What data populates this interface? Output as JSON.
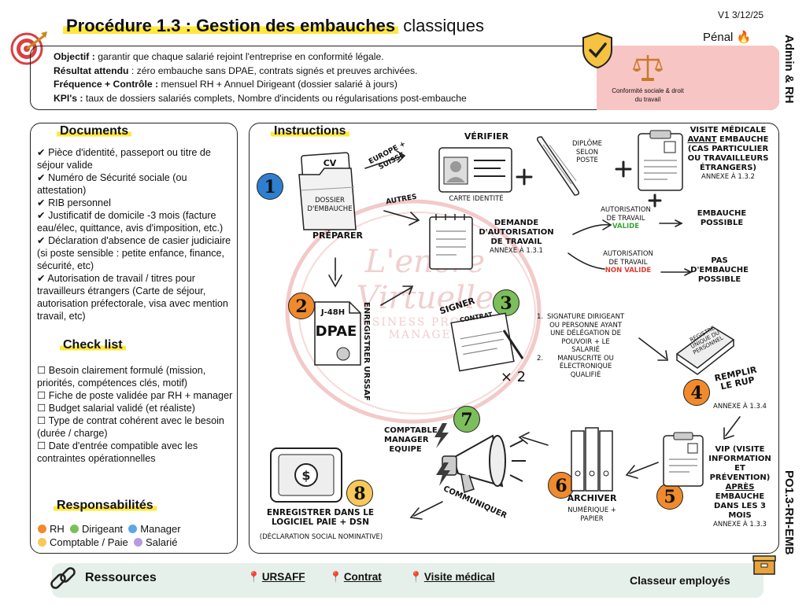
{
  "header": {
    "title_bold": "Procédure 1.3 : Gestion des embauches",
    "title_rest": "classiques",
    "version": "V1 3/12/25",
    "penal": "Pénal 🔥",
    "side_top": "Admin & RH",
    "side_bottom": "PO1.3-RH-EMB"
  },
  "objectives": [
    {
      "label": "Objectif :",
      "text": " garantir que chaque salarié rejoint l'entreprise en conformité légale."
    },
    {
      "label": "Résultat attendu",
      "text": " : zéro embauche sans DPAE, contrats signés et preuves archivées."
    },
    {
      "label": "Fréquence + Contrôle :",
      "text": " mensuel RH + Annuel Dirigeant (dossier salarié à jours)"
    },
    {
      "label": "KPI's :",
      "text": " taux de dossiers salariés complets, Nombre d'incidents ou régularisations post-embauche"
    }
  ],
  "conformity": "Conformité sociale & droit du travail",
  "documents": {
    "heading": "Documents",
    "items": [
      "Pièce d'identité, passeport ou titre de séjour valide",
      "Numéro de Sécurité sociale (ou attestation)",
      "RIB personnel",
      "Justificatif de domicile -3 mois (facture eau/élec, quittance, avis d'imposition, etc.)",
      "Déclaration d'absence de casier judiciaire (si poste sensible : petite enfance, finance, sécurité, etc)",
      "Autorisation de travail / titres pour travailleurs étrangers (Carte de séjour, autorisation préfectorale, visa avec mention travail, etc)"
    ]
  },
  "checklist": {
    "heading": "Check list",
    "items": [
      "Besoin clairement formulé (mission, priorités, compétences clés, motif)",
      "Fiche de poste validée par RH + manager",
      "Budget salarial validé (et réaliste)",
      "Type de contrat cohérent avec le besoin (durée / charge)",
      "Date d'entrée compatible avec les contraintes opérationnelles"
    ]
  },
  "responsibilities": {
    "heading": "Responsabilités",
    "items": [
      {
        "label": "RH",
        "color": "#f08a2c"
      },
      {
        "label": "Dirigeant",
        "color": "#7cbf5a"
      },
      {
        "label": "Manager",
        "color": "#5aa8e6"
      },
      {
        "label": "Comptable / Paie",
        "color": "#f6c95a"
      },
      {
        "label": "Salarié",
        "color": "#b79ae0"
      }
    ]
  },
  "instructions": {
    "heading": "Instructions",
    "numbers": [
      "1",
      "2",
      "3",
      "4",
      "5",
      "6",
      "7",
      "8"
    ],
    "step1_folder": "CV",
    "step1_folder_label": "Dossier d'embauche",
    "step1": "Préparer",
    "europe": "Europe + Suisse",
    "autres": "Autres",
    "verifier": "Vérifier",
    "carte": "Carte identité",
    "diplome": "Diplôme selon poste",
    "visite": "Visite médicale",
    "visite_avant": "avant",
    "visite_rest": "embauche (cas particulier ou travailleurs étrangers)",
    "annexe_132": "Annexe à 1.3.2",
    "demande": "Demande d'autorisation de travail",
    "annexe_131": "Annexe à 1.3.1",
    "auto_valide_label": "Autorisation de travail",
    "valide": "Valide",
    "embauche_possible": "Embauche possible",
    "auto_non_label": "Autorisation de travail",
    "non_valide": "Non valide",
    "pas_embauche": "Pas d'embauche possible",
    "dpae_deadline": "J-48H",
    "dpae": "DPAE",
    "enregistrer_urssaf": "Enregistrer URSSAF",
    "signer": "Signer",
    "contrat": "CONTRAT",
    "fois2": "× 2",
    "sign_1_num": "1.",
    "sign_1": "Signature dirigeant ou personne ayant une délégation de pouvoir + le salarié",
    "sign_2_num": "2.",
    "sign_2": "Manuscrite ou électronique qualifié",
    "registre": "Registre unique du personnel",
    "remplir_rup": "Remplir le RUP",
    "annexe_134": "Annexe à 1.3.4",
    "vip": "VIP (Visite information et prévention)",
    "vip_apres": "après",
    "vip_rest": "embauche dans les 3 mois",
    "annexe_133": "Annexe à 1.3.3",
    "archiver": "Archiver",
    "archiver_sub": "Numérique + papier",
    "comptable": "Comptable Manager Equipe",
    "communiquer": "Communiquer",
    "enregistrer_logiciel": "Enregistrer dans le logiciel paie + DSN",
    "dsn_detail": "(Déclaration social nominative)",
    "watermark_1": "L'encre",
    "watermark_2": "Virtuelle",
    "watermark_3": "BUSINESS PROCESS",
    "watermark_4": "MANAGER"
  },
  "resources": {
    "heading": "Ressources",
    "links": [
      "URSAFF",
      "Contrat",
      "Visite médical"
    ],
    "classeur": "Classeur employés"
  }
}
